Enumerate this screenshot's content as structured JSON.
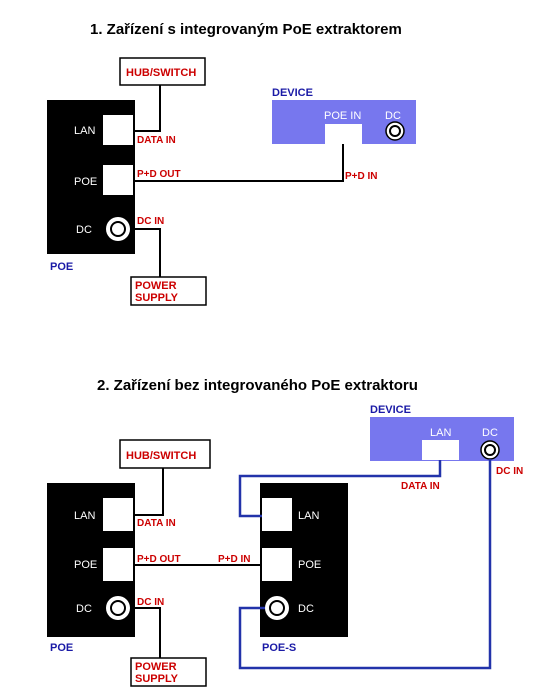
{
  "titles": {
    "section1": "1. Zařízení s integrovaným PoE extraktorem",
    "section2": "2. Zařízení bez integrovaného PoE extraktoru"
  },
  "colors": {
    "device_fill": "#7777ee",
    "blue_wire": "#2233aa",
    "label_red": "#cc0000",
    "label_blue": "#1a1aa6"
  },
  "diagram1": {
    "hub_switch": "HUB/SWITCH",
    "power_supply": [
      "POWER",
      "SUPPLY"
    ],
    "poe_box": {
      "name": "POE",
      "lan": "LAN",
      "poe": "POE",
      "dc": "DC"
    },
    "device": {
      "name": "DEVICE",
      "poe_in": "POE IN",
      "dc": "DC"
    },
    "wire_labels": {
      "data_in": "DATA IN",
      "pd_out": "P+D OUT",
      "pd_in": "P+D IN",
      "dc_in": "DC IN"
    }
  },
  "diagram2": {
    "hub_switch": "HUB/SWITCH",
    "power_supply": [
      "POWER",
      "SUPPLY"
    ],
    "poe_box": {
      "name": "POE",
      "lan": "LAN",
      "poe": "POE",
      "dc": "DC"
    },
    "poes_box": {
      "name": "POE-S",
      "lan": "LAN",
      "poe": "POE",
      "dc": "DC"
    },
    "device": {
      "name": "DEVICE",
      "lan": "LAN",
      "dc": "DC"
    },
    "wire_labels": {
      "data_in": "DATA IN",
      "pd_out": "P+D OUT",
      "pd_in": "P+D IN",
      "dc_in": "DC IN",
      "dev_data_in": "DATA IN",
      "dev_dc_in": "DC IN"
    }
  }
}
